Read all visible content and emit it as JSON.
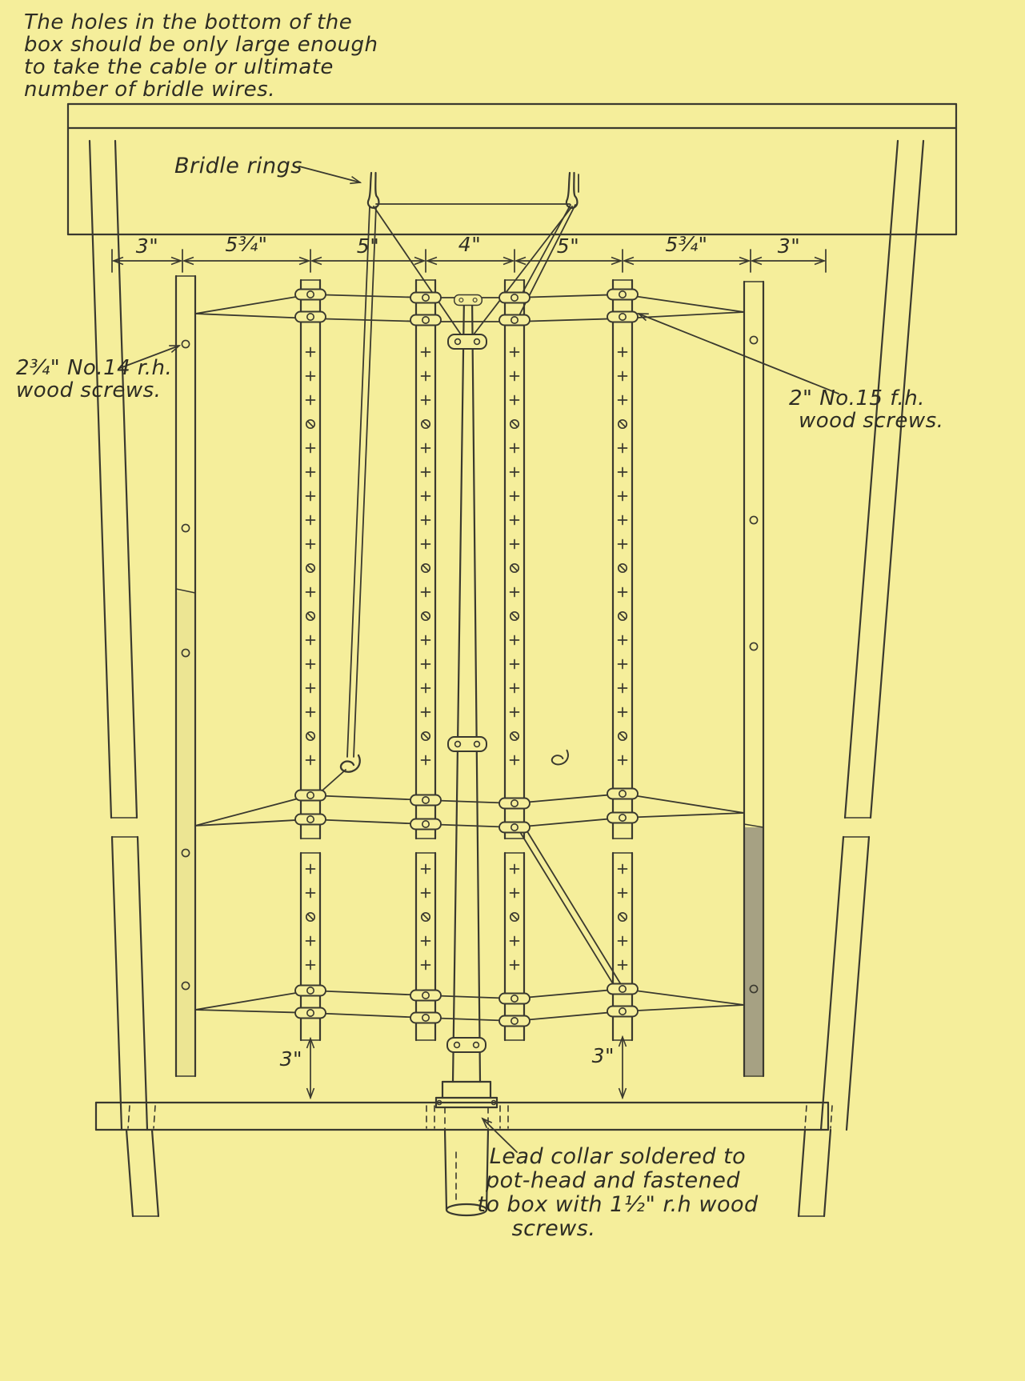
{
  "colors": {
    "paper": "#f5ee9b",
    "ink": "#3a392f"
  },
  "top_note": {
    "lines": [
      "The holes in the bottom of the",
      "box should be only large enough",
      "to take the cable or ultimate",
      "number of bridle wires."
    ]
  },
  "bridle_label": "Bridle rings",
  "left_screw_note": {
    "lines": [
      "2¾\" No.14 r.h.",
      "wood screws."
    ]
  },
  "right_screw_note": {
    "lines": [
      "2\" No.15 f.h.",
      "wood screws."
    ]
  },
  "top_dimensions": [
    "3\"",
    "5¾\"",
    "5\"",
    "4\"",
    "5\"",
    "5¾\"",
    "3\""
  ],
  "bottom_dimensions": {
    "left": "3\"",
    "right": "3\""
  },
  "bottom_note": {
    "lines": [
      "Lead collar soldered to",
      "pot-head and fastened",
      "to box with 1½\" r.h wood",
      "screws."
    ]
  }
}
